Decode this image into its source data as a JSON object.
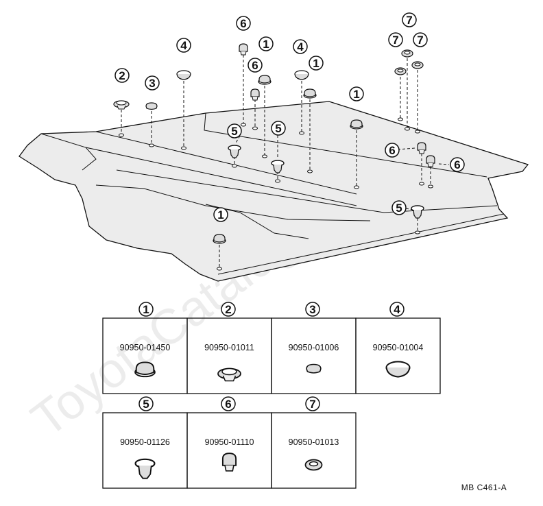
{
  "callout_numbers": [
    "1",
    "2",
    "3",
    "4",
    "5",
    "6",
    "7"
  ],
  "parts": [
    {
      "ref": "1",
      "part_number": "90950-01450"
    },
    {
      "ref": "2",
      "part_number": "90950-01011"
    },
    {
      "ref": "3",
      "part_number": "90950-01006"
    },
    {
      "ref": "4",
      "part_number": "90950-01004"
    },
    {
      "ref": "5",
      "part_number": "90950-01126"
    },
    {
      "ref": "6",
      "part_number": "90950-01110"
    },
    {
      "ref": "7",
      "part_number": "90950-01013"
    }
  ],
  "drawing_code": "MB  C461-A",
  "watermark": "ToyotaCatalog.ru",
  "colors": {
    "line": "#111111",
    "fill": "#ececec",
    "background": "#ffffff"
  }
}
